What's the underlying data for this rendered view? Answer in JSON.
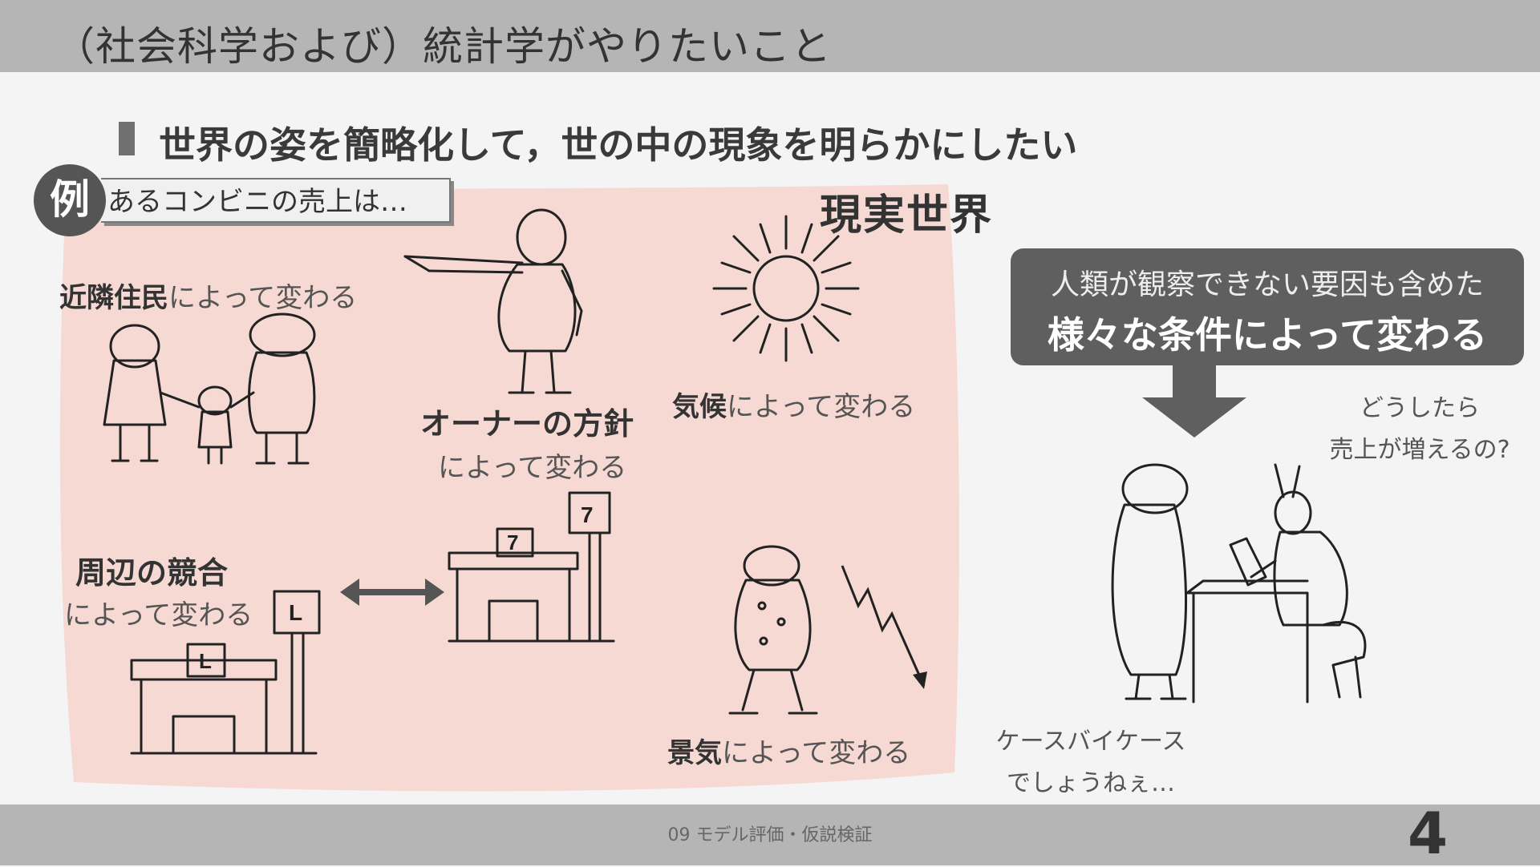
{
  "header": {
    "title": "（社会科学および）統計学がやりたいこと"
  },
  "bullet": {
    "text": "世界の姿を簡略化して，世の中の現象を明らかにしたい"
  },
  "example": {
    "badge": "例",
    "label": "あるコンビニの売上は…"
  },
  "real_world": "現実世界",
  "factors": {
    "residents": {
      "bold": "近隣住民",
      "rest": "によって変わる"
    },
    "owner": {
      "bold": "オーナーの方針",
      "rest": "によって変わる"
    },
    "climate": {
      "bold": "気候",
      "rest": "によって変わる"
    },
    "competition": {
      "bold": "周辺の競合",
      "rest": "によって変わる"
    },
    "economy": {
      "bold": "景気",
      "rest": "によって変わる"
    }
  },
  "conditions": {
    "line1": "人類が観察できない要因も含めた",
    "line2": "様々な条件によって変わる"
  },
  "dialog": {
    "question_l1": "どうしたら",
    "question_l2": "売上が増えるの?",
    "answer_l1": "ケースバイケース",
    "answer_l2": "でしょうねぇ…"
  },
  "store_signs": [
    "L",
    "L",
    "7",
    "7"
  ],
  "footer": {
    "lecture": "09 モデル評価・仮説検証",
    "page": "4"
  },
  "colors": {
    "header": "#b5b5b5",
    "pink": "#f6d9d3",
    "box": "#5f5f5f"
  }
}
